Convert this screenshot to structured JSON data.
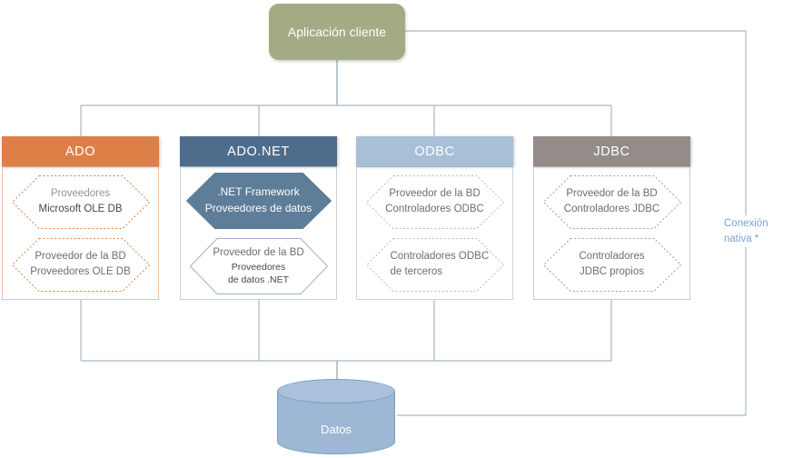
{
  "diagram": {
    "client": {
      "label": "Aplicación cliente"
    },
    "native_connection": {
      "lines": [
        "Conexión",
        "nativa *"
      ]
    },
    "datastore": {
      "label": "Datos"
    },
    "colors": {
      "client_fill": "#a3ab84",
      "header_text": "#ffffff",
      "connector": "#b4c3cf",
      "connector_dark": "#9db0bf",
      "native_label": "#7fa3d0",
      "datastore_fill": "#9db7d4",
      "datastore_top_fill": "#aac2dc",
      "datastore_stroke": "#7e9cc0"
    },
    "columns": [
      {
        "id": "ado",
        "title": "ADO",
        "colors": {
          "header": "#dd8047",
          "body_border": "#eec3a4",
          "hexagon_border": "#dd8047"
        },
        "hexagons": [
          {
            "lines": [
              "Proveedores",
              "Microsoft OLE DB"
            ]
          },
          {
            "lines": [
              "Proveedor de la BD",
              "Proveedores OLE DB"
            ]
          }
        ]
      },
      {
        "id": "adonet",
        "title": "ADO.NET",
        "colors": {
          "header": "#4e6d8c",
          "body_border": "#c5d1da",
          "hexagon_border": "#9db4cc",
          "hexagon_fill": "#5e7d98",
          "hexagon_solid_border": "#9db4cc"
        },
        "hexagons": [
          {
            "lines": [
              ".NET Framework",
              "Proveedores de datos"
            ]
          },
          {
            "lines": [
              "Proveedor de la BD",
              "Proveedores",
              "de datos .NET"
            ]
          }
        ]
      },
      {
        "id": "odbc",
        "title": "ODBC",
        "colors": {
          "header": "#a8bfd7",
          "body_border": "#c6d6e4",
          "hexagon_border": "#a8bfd7"
        },
        "hexagons": [
          {
            "lines": [
              "Proveedor de la BD",
              "Controladores ODBC"
            ]
          },
          {
            "lines": [
              "Controladores ODBC",
              "de terceros"
            ]
          }
        ]
      },
      {
        "id": "jdbc",
        "title": "JDBC",
        "colors": {
          "header": "#938c88",
          "body_border": "#d0cbc8",
          "hexagon_border": "#a49d99"
        },
        "hexagons": [
          {
            "lines": [
              "Proveedor de la BD",
              "Controladores JDBC"
            ]
          },
          {
            "lines": [
              "Controladores",
              "JDBC propios"
            ]
          }
        ]
      }
    ]
  }
}
